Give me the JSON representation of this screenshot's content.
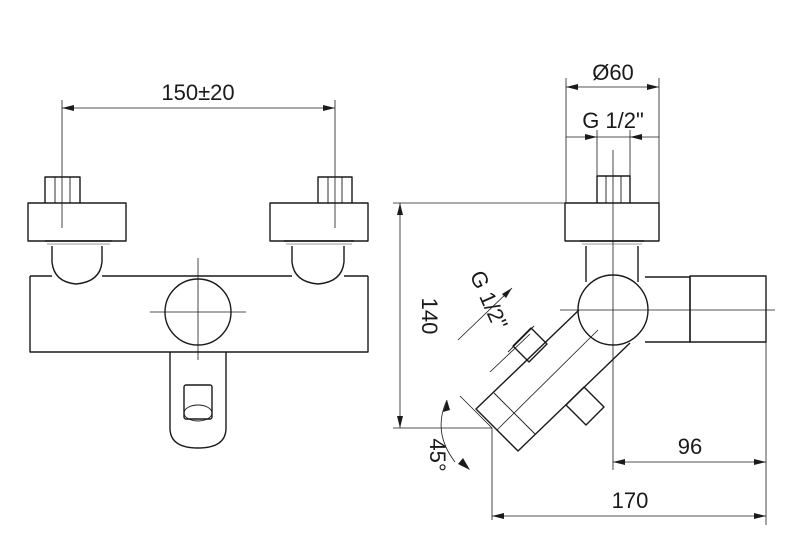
{
  "colors": {
    "line": "#1a1a1a",
    "shade": "#9a9a9a",
    "background": "#ffffff"
  },
  "front_view": {
    "dim_spacing": "150±20"
  },
  "side_view": {
    "dim_diameter": "Ø60",
    "dim_thread_top": "G 1/2\"",
    "dim_thread_side": "G 1/2\"",
    "dim_height": "140",
    "dim_angle": "45°",
    "dim_depth_inner": "96",
    "dim_depth_total": "170"
  }
}
